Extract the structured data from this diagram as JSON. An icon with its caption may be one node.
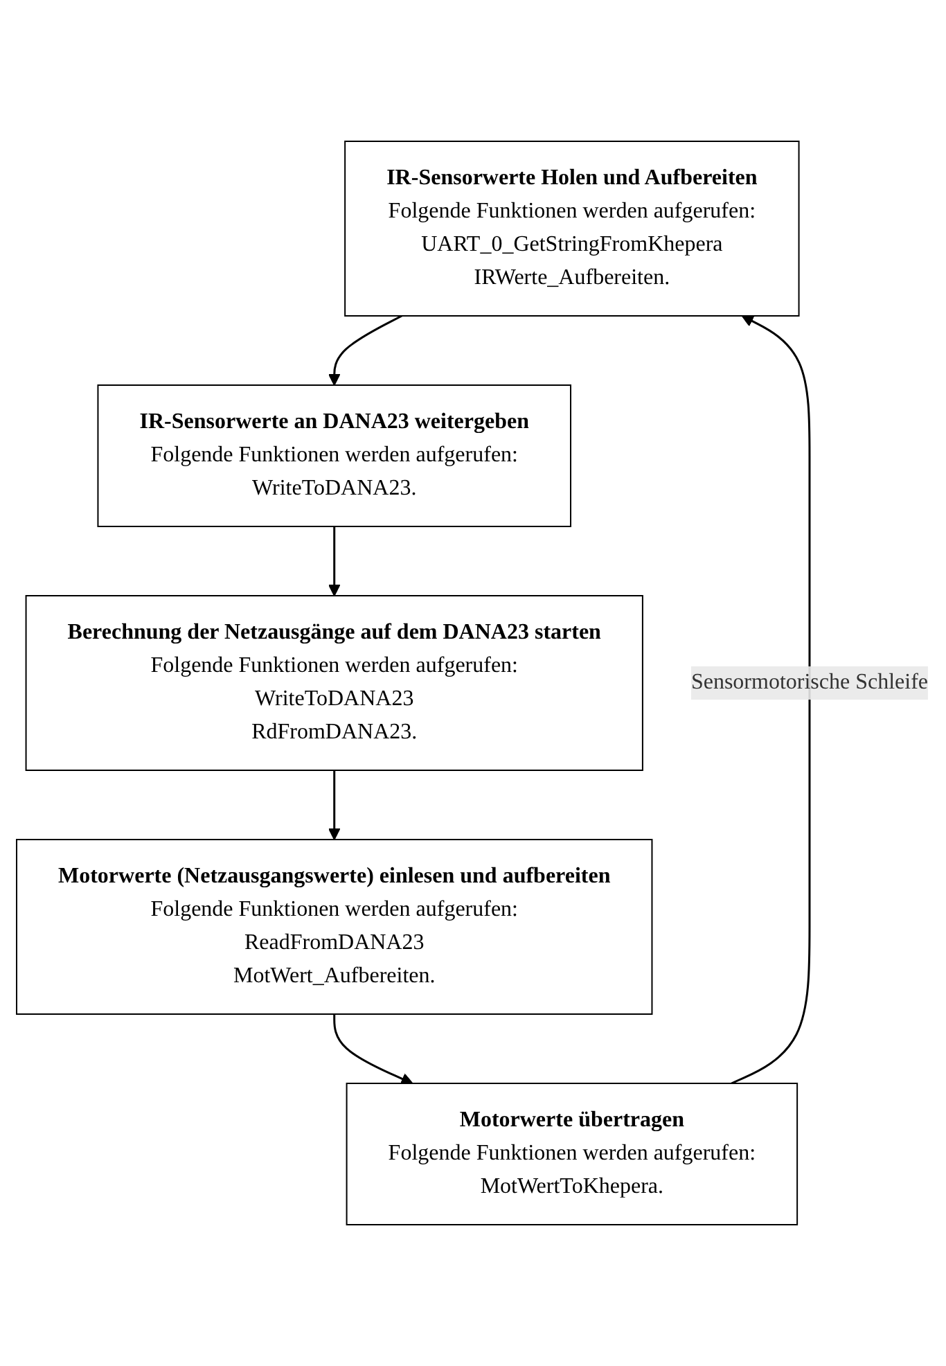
{
  "diagram": {
    "nodes": [
      {
        "text": [
          "IR-Sensorwerte Holen und Aufbereiten",
          "Folgende Funktionen werden aufgerufen:",
          "UART_0_GetStringFromKhepera",
          "IRWerte_Aufbereiten."
        ]
      },
      {
        "text": [
          "IR-Sensorwerte an DANA23 weitergeben",
          "Folgende Funktionen werden aufgerufen:",
          "WriteToDANA23."
        ]
      },
      {
        "text": [
          "Berechnung der Netzausgänge auf dem DANA23 starten",
          "Folgende Funktionen werden aufgerufen:",
          "WriteToDANA23",
          "RdFromDANA23."
        ]
      },
      {
        "text": [
          "Motorwerte (Netzausgangswerte) einlesen und aufbereiten",
          "Folgende Funktionen werden aufgerufen:",
          "ReadFromDANA23",
          "MotWert_Aufbereiten."
        ]
      },
      {
        "text": [
          "Motorwerte übertragen",
          "Folgende Funktionen werden aufgerufen:",
          "MotWertToKhepera."
        ]
      }
    ],
    "edges": [
      {
        "from": 0,
        "to": 1,
        "arrow": "to"
      },
      {
        "from": 1,
        "to": 2,
        "arrow": "to"
      },
      {
        "from": 2,
        "to": 3,
        "arrow": "to"
      },
      {
        "from": 3,
        "to": 4,
        "arrow": "to"
      },
      {
        "from": 4,
        "to": 0,
        "arrow": "to",
        "label": "Sensormotorische Schleife"
      }
    ]
  }
}
